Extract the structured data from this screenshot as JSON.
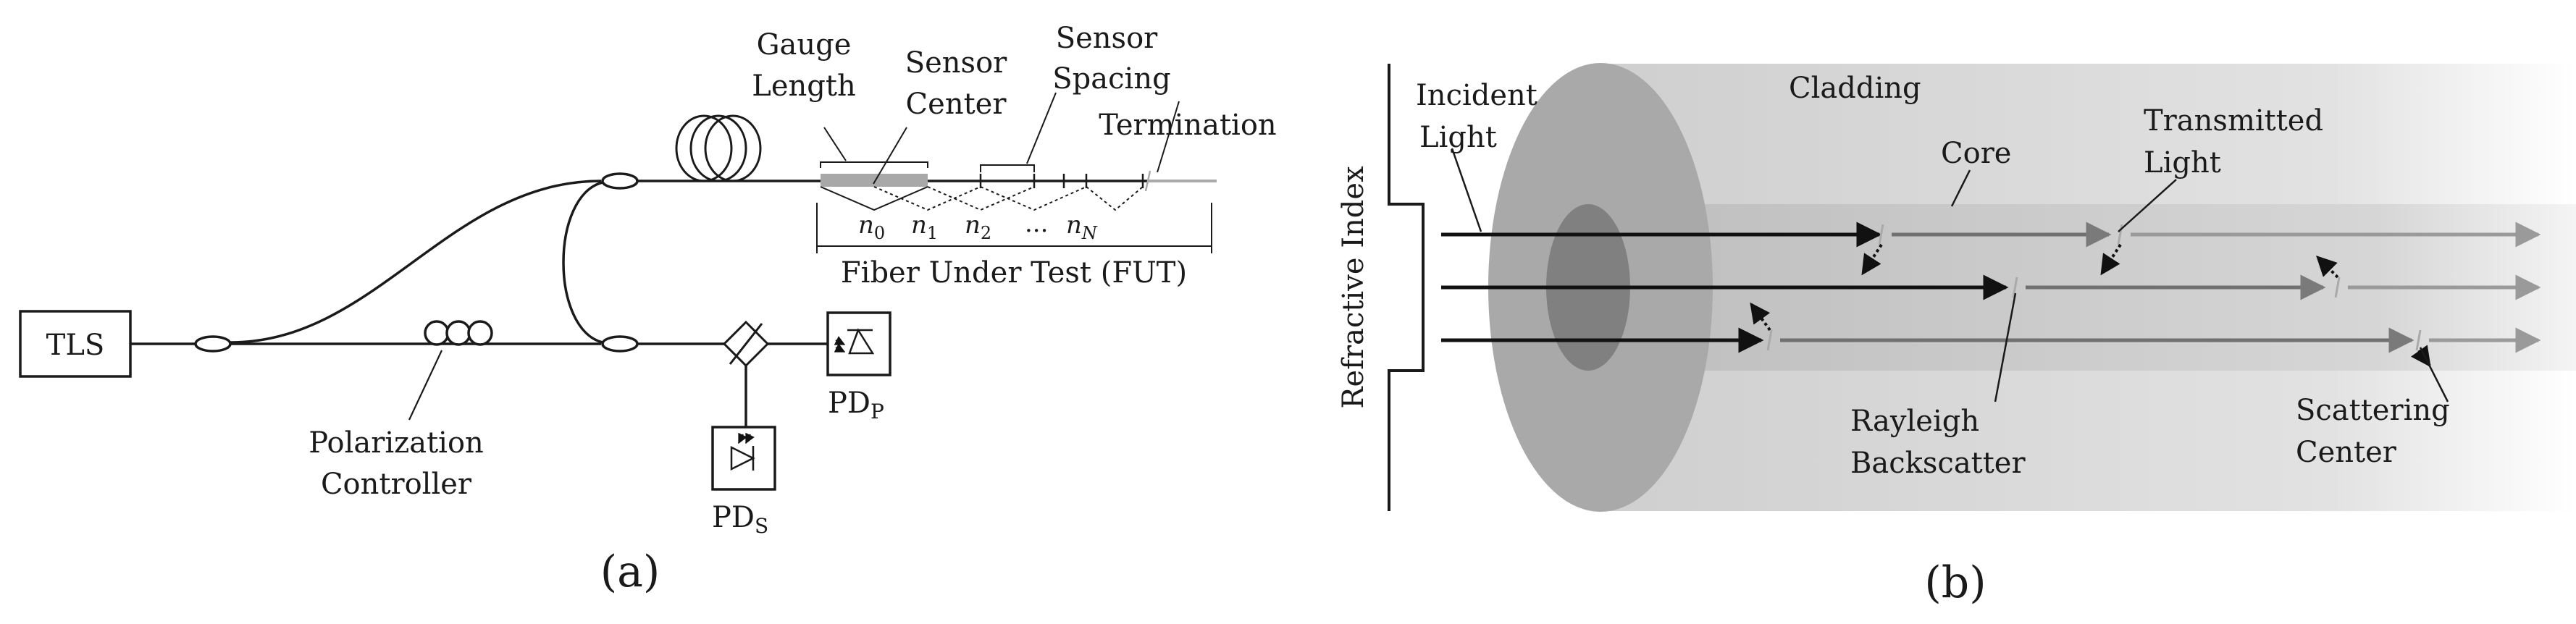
{
  "panel_a": {
    "caption": "(a)",
    "tls": "TLS",
    "polarization_controller": [
      "Polarization",
      "Controller"
    ],
    "gauge_length": [
      "Gauge",
      "Length"
    ],
    "sensor_center": [
      "Sensor",
      "Center"
    ],
    "sensor_spacing": [
      "Sensor",
      "Spacing"
    ],
    "termination": "Termination",
    "fut": "Fiber Under Test (FUT)",
    "sensors": {
      "n0": "n",
      "n0_sub": "0",
      "n1": "n",
      "n1_sub": "1",
      "n2": "n",
      "n2_sub": "2",
      "ellipsis": "...",
      "nN": "n",
      "nN_sub": "N"
    },
    "pd_p": "PD",
    "pd_p_sub": "P",
    "pd_s": "PD",
    "pd_s_sub": "S"
  },
  "panel_b": {
    "caption": "(b)",
    "refractive_index": "Refractive Index",
    "incident_light": [
      "Incident",
      "Light"
    ],
    "cladding": "Cladding",
    "core": "Core",
    "transmitted_light": [
      "Transmitted",
      "Light"
    ],
    "rayleigh_backscatter": [
      "Rayleigh",
      "Backscatter"
    ],
    "scattering_center": [
      "Scattering",
      "Center"
    ]
  }
}
